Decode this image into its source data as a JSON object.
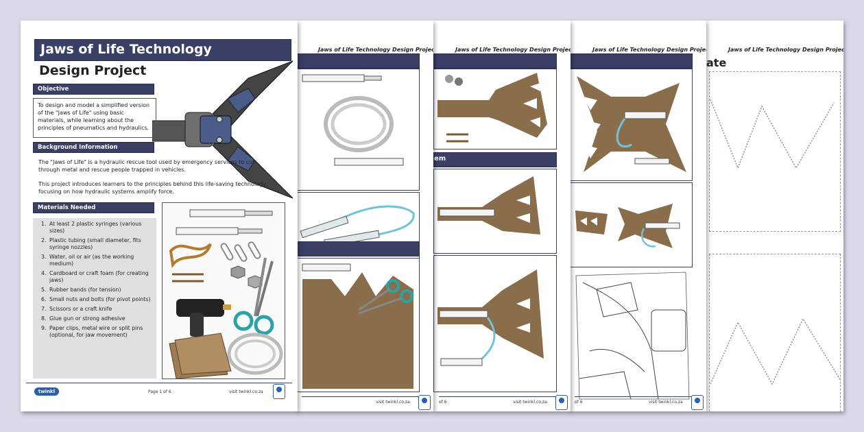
{
  "doc": {
    "header_title": "Jaws of Life Technology Design Project",
    "title_line1": "Jaws of Life Technology",
    "title_line2": "Design Project",
    "objective_heading": "Objective",
    "objective_text": "To design and model a simplified version of the \"Jaws of Life\" using basic materials, while learning about the principles of pneumatics and hydraulics.",
    "background_heading": "Background Information",
    "background_p1": "The \"Jaws of Life\" is a hydraulic rescue tool used by emergency services to cut through metal and rescue people trapped in vehicles.",
    "background_p2": "This project introduces learners to the principles behind this life-saving technology, focusing on how hydraulic systems amplify force.",
    "materials_heading": "Materials Needed",
    "materials": [
      {
        "num": "1.",
        "text": "At least 2 plastic syringes (various sizes)"
      },
      {
        "num": "2.",
        "text": "Plastic tubing (small diameter, fits syringe nozzles)"
      },
      {
        "num": "3.",
        "text": "Water, oil or air (as the working medium)"
      },
      {
        "num": "4.",
        "text": "Cardboard or craft foam (for creating jaws)"
      },
      {
        "num": "5.",
        "text": "Rubber bands (for tension)"
      },
      {
        "num": "6.",
        "text": "Small nuts and bolts (for pivot points)"
      },
      {
        "num": "7.",
        "text": "Scissors or a craft knife"
      },
      {
        "num": "8.",
        "text": "Glue gun or strong adhesive"
      },
      {
        "num": "9.",
        "text": "Paper clips, metal wire or split pins (optional, for jaw movement)"
      }
    ],
    "page_number": "Page 1 of 6",
    "page_number_partial": "of 6",
    "footer_url": "visit twinkl.co.za",
    "brand": "twinkl",
    "section_fragment": "em",
    "template_fragment": "ate"
  },
  "colors": {
    "navy": "#3a3f66",
    "background": "#dcd8ea",
    "cork": "#8a6d4a",
    "tube": "#6fc3d8",
    "scissor_handle": "#2aa3a8"
  },
  "icons": [
    "jaws-tool-icon",
    "syringe-icon",
    "tubing-coil-icon",
    "scissors-icon",
    "glue-gun-icon",
    "nuts-bolts-icon",
    "paper-clip-icon",
    "cardboard-stack-icon",
    "twinkl-logo-icon",
    "quality-badge-icon"
  ]
}
